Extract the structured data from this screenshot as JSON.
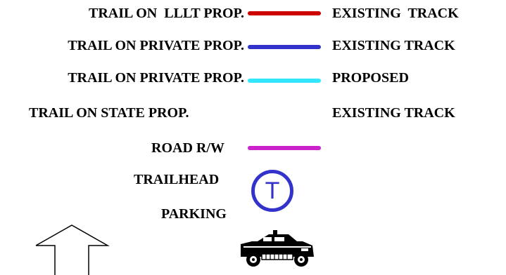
{
  "legend": {
    "rows": [
      {
        "left_label": "TRAIL ON  LLLT PROP.",
        "right_label": "EXISTING  TRACK",
        "line_color": "#cc0000"
      },
      {
        "left_label": "TRAIL ON PRIVATE PROP.",
        "right_label": "EXISTING TRACK",
        "line_color": "#3333cc"
      },
      {
        "left_label": "TRAIL ON PRIVATE PROP.",
        "right_label": "PROPOSED",
        "line_color": "#33e6ff"
      },
      {
        "left_label": "TRAIL ON STATE PROP.",
        "right_label": "EXISTING TRACK",
        "line_color": "#ffffff"
      }
    ],
    "road": {
      "label": "ROAD R/W",
      "line_color": "#cc22cc"
    },
    "trailhead": {
      "label": "TRAILHEAD",
      "symbol": "T",
      "color": "#3333cc"
    },
    "parking": {
      "label": "PARKING",
      "icon": "car-icon"
    },
    "north_arrow": {
      "icon": "north-arrow-icon"
    }
  }
}
